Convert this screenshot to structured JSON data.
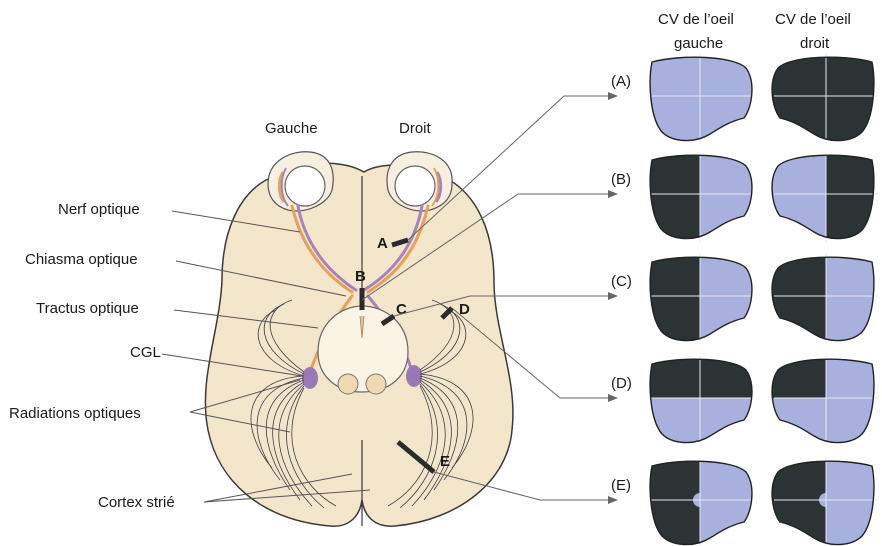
{
  "header": {
    "left_eye_line1": "CV de l’oeil",
    "left_eye_line2": "gauche",
    "right_eye_line1": "CV de l’oeil",
    "right_eye_line2": "droit"
  },
  "sides": {
    "left": "Gauche",
    "right": "Droit"
  },
  "labels": {
    "optic_nerve": "Nerf optique",
    "optic_chiasm": "Chiasma optique",
    "optic_tract": "Tractus optique",
    "lgn": "CGL",
    "optic_radiations": "Radiations optiques",
    "striate_cortex": "Cortex strié"
  },
  "lesions": [
    "A",
    "B",
    "C",
    "D",
    "E"
  ],
  "rows": [
    {
      "label": "(A)",
      "left": "full-field-light",
      "right": "full-field-dark"
    },
    {
      "label": "(B)",
      "left": "right-half-light",
      "right": "left-half-light"
    },
    {
      "label": "(C)",
      "left": "right-half-light",
      "right": "right-half-light"
    },
    {
      "label": "(D)",
      "left": "lower-half-light",
      "right": "lower-right-plus-light"
    },
    {
      "label": "(E)",
      "left": "right-half-light-macula",
      "right": "right-half-light-macula"
    }
  ],
  "colors": {
    "field_light": "#a8b0de",
    "field_dark": "#2b3335",
    "brain": "#f4e6ca",
    "nerve_orange": "#e6a05a",
    "nerve_purple": "#a783bd",
    "lgn": "#9a78b4"
  }
}
